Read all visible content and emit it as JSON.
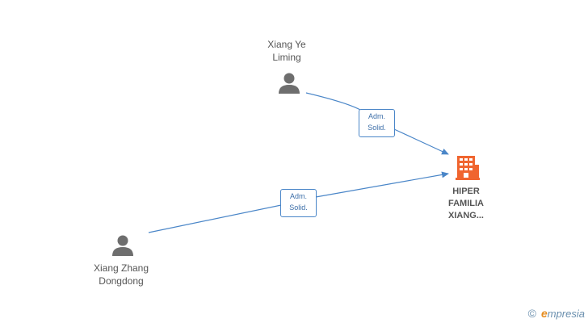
{
  "nodes": {
    "person_top": {
      "line1": "Xiang Ye",
      "line2": "Liming",
      "icon": "person-icon"
    },
    "person_bottom": {
      "line1": "Xiang Zhang",
      "line2": "Dongdong",
      "icon": "person-icon"
    },
    "company": {
      "line1": "HIPER",
      "line2": "FAMILIA",
      "line3": "XIANG...",
      "icon": "building-icon"
    }
  },
  "edges": [
    {
      "from": "person_top",
      "to": "company",
      "label_line1": "Adm.",
      "label_line2": "Solid."
    },
    {
      "from": "person_bottom",
      "to": "company",
      "label_line1": "Adm.",
      "label_line2": "Solid."
    }
  ],
  "colors": {
    "edge": "#4a86c8",
    "person": "#6e6e6e",
    "company": "#f0652f"
  },
  "watermark": {
    "copyright": "©",
    "brand_first": "e",
    "brand_rest": "mpresia"
  }
}
